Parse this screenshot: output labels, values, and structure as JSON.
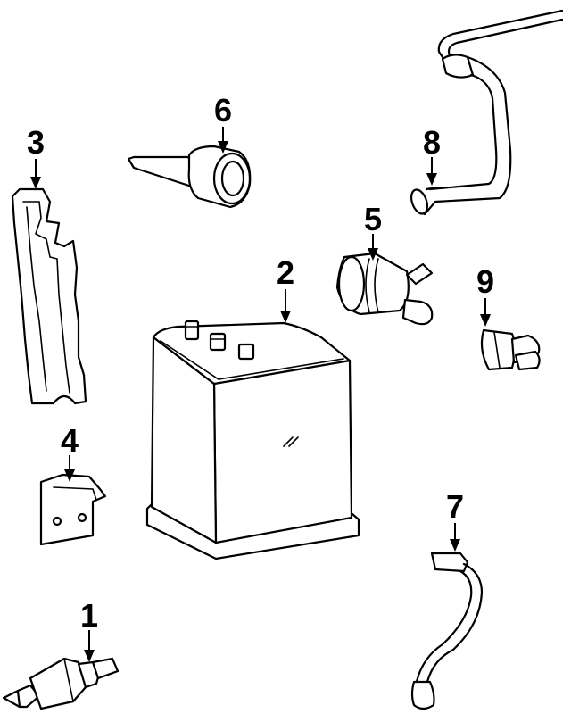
{
  "diagram": {
    "colors": {
      "line": "#000000",
      "background": "#ffffff"
    },
    "callouts": {
      "c1": "1",
      "c2": "2",
      "c3": "3",
      "c4": "4",
      "c5": "5",
      "c6": "6",
      "c7": "7",
      "c8": "8",
      "c9": "9"
    }
  }
}
